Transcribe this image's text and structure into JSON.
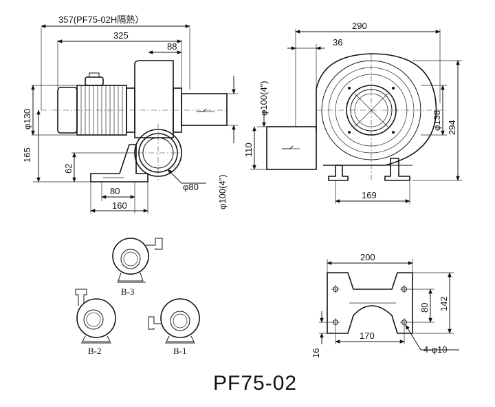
{
  "model": "PF75-02",
  "front_view": {
    "dim_overall_insulated": "357(PF75-02H隔熱）",
    "dim_overall": "325",
    "dim_outlet_offset": "88",
    "dim_motor_dia": "φ130",
    "dim_height_center": "165",
    "dim_foot_height": "62",
    "dim_foot_inner": "80",
    "dim_foot_outer": "160",
    "dim_inlet_dia": "φ80",
    "dim_outlet_dia": "φ100(4\")"
  },
  "side_view": {
    "dim_width": "290",
    "dim_offset": "36",
    "dim_outlet_dia": "φ100(4\")",
    "dim_outlet_height": "110",
    "dim_impeller_dia": "φ138",
    "dim_total_height": "294",
    "dim_base_width": "169"
  },
  "orientations": {
    "b3": "B-3",
    "b2": "B-2",
    "b1": "B-1"
  },
  "base_plate": {
    "dim_width": "200",
    "dim_height": "142",
    "dim_inner_height": "80",
    "dim_hole_spacing": "170",
    "dim_edge": "16",
    "dim_holes": "4-φ10"
  }
}
